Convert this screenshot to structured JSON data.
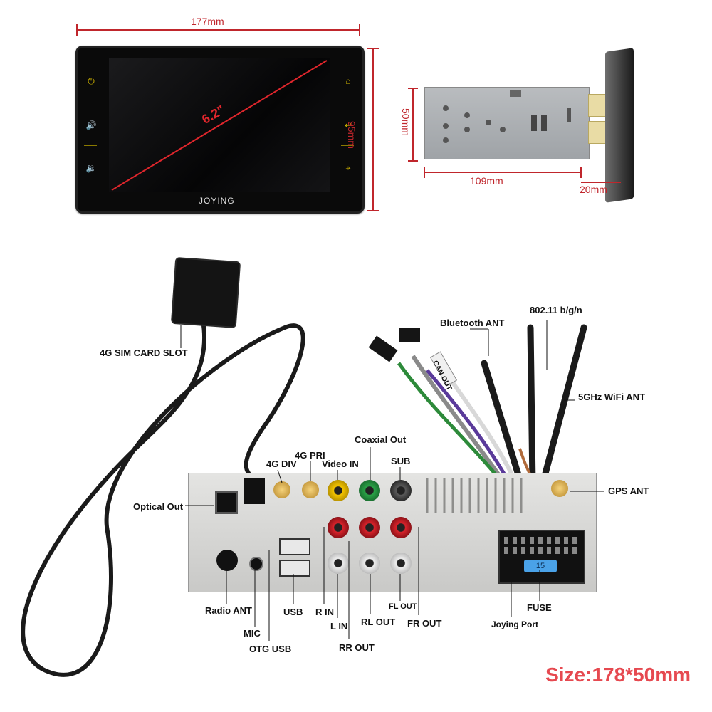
{
  "dimensions": {
    "width_front": "177mm",
    "height_front": "95mm",
    "diagonal": "6.2\"",
    "depth_chassis": "109mm",
    "height_chassis": "50mm",
    "depth_face": "20mm"
  },
  "brand": "JOYING",
  "screen_buttons": {
    "left": [
      "power-icon",
      "volume-up-icon",
      "volume-down-icon"
    ],
    "right": [
      "home-icon",
      "back-icon",
      "gps-icon"
    ]
  },
  "labels": {
    "sim_slot": "4G SIM CARD SLOT",
    "bluetooth_ant": "Bluetooth ANT",
    "wifi_80211": "802.11 b/g/n",
    "wifi_5g": "5GHz WiFi ANT",
    "coaxial_out": "Coaxial Out",
    "sub": "SUB",
    "g4_div": "4G DIV",
    "g4_pri": "4G PRI",
    "video_in": "Video IN",
    "gps_ant": "GPS ANT",
    "optical_out": "Optical Out",
    "radio_ant": "Radio ANT",
    "mic": "MIC",
    "otg_usb": "OTG USB",
    "usb": "USB",
    "r_in": "R IN",
    "l_in": "L IN",
    "rl_out": "RL OUT",
    "rr_out": "RR OUT",
    "fl_out": "FL OUT",
    "fr_out": "FR OUT",
    "fuse": "FUSE",
    "joying_port": "Joying Port",
    "can_out": "CAN OUT"
  },
  "fuse_value": "15",
  "size_caption": "Size:178*50mm",
  "colors": {
    "dimension_line": "#c0262c",
    "caption": "#e64950",
    "button_glow": "#d4b800",
    "panel": "#d6d6d4"
  }
}
